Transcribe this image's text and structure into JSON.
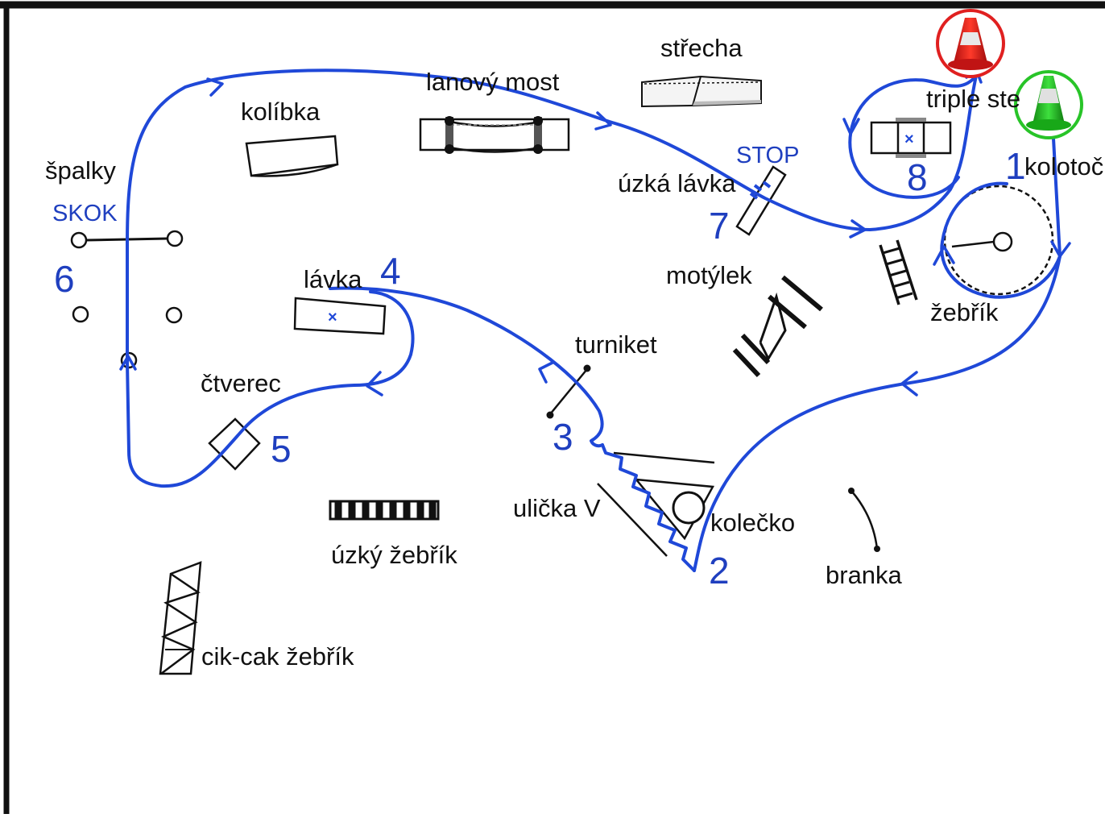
{
  "labels": {
    "strecha": "střecha",
    "lanovy_most": "lanový most",
    "kolibka": "kolíbka",
    "triple_step": "triple ste",
    "spalky": "špalky",
    "skok": "SKOK",
    "stop": "STOP",
    "uzka_lavka": "úzká lávka",
    "kolotoc": "kolotoč",
    "lavka": "lávka",
    "motylek": "motýlek",
    "zebrik": "žebřík",
    "turniket": "turniket",
    "ctverec": "čtverec",
    "ulicka_v": "ulička V",
    "kolecko": "kolečko",
    "uzky_zebrik": "úzký žebřík",
    "branka": "branka",
    "cik_cak_zebrik": "cik-cak žebřík"
  },
  "station_numbers": {
    "n1": "1",
    "n2": "2",
    "n3": "3",
    "n4": "4",
    "n5": "5",
    "n6": "6",
    "n7": "7",
    "n8": "8"
  },
  "colors": {
    "route": "#1f48d8",
    "number": "#1f3fbf",
    "cone_start_ring": "#e02020",
    "cone_finish_ring": "#28c428",
    "ink": "#111111"
  },
  "icons": {
    "start_cone": "red-traffic-cone-icon",
    "finish_cone": "green-traffic-cone-icon"
  }
}
